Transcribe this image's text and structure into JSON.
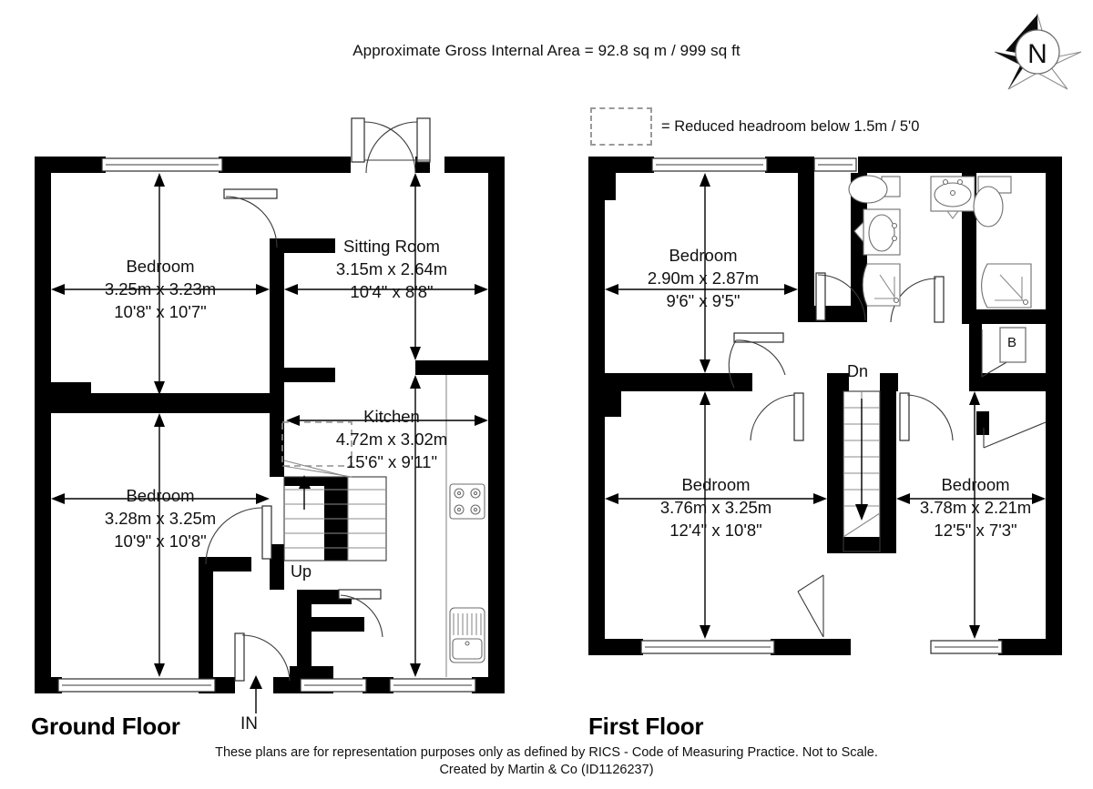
{
  "header": {
    "area_text": "Approximate Gross Internal Area = 92.8 sq m / 999 sq ft"
  },
  "legend": {
    "swatch_name": "reduced-headroom-swatch",
    "text": "= Reduced headroom below 1.5m / 5'0"
  },
  "compass": {
    "label": "N"
  },
  "floors": [
    {
      "id": "ground",
      "title": "Ground Floor",
      "rooms": [
        {
          "name": "Bedroom",
          "metric": "3.25m x 3.23m",
          "imperial": "10'8\" x 10'7\""
        },
        {
          "name": "Sitting Room",
          "metric": "3.15m x 2.64m",
          "imperial": "10'4\" x 8'8\""
        },
        {
          "name": "Kitchen",
          "metric": "4.72m x 3.02m",
          "imperial": "15'6\" x 9'11\""
        },
        {
          "name": "Bedroom",
          "metric": "3.28m x 3.25m",
          "imperial": "10'9\" x 10'8\""
        }
      ],
      "markers": [
        {
          "key": "stair_up",
          "label": "Up"
        },
        {
          "key": "entrance",
          "label": "IN"
        }
      ]
    },
    {
      "id": "first",
      "title": "First Floor",
      "rooms": [
        {
          "name": "Bedroom",
          "metric": "2.90m x 2.87m",
          "imperial": "9'6\" x 9'5\""
        },
        {
          "name": "Bedroom",
          "metric": "3.76m x 3.25m",
          "imperial": "12'4\" x 10'8\""
        },
        {
          "name": "Bedroom",
          "metric": "3.78m x 2.21m",
          "imperial": "12'5\" x 7'3\""
        }
      ],
      "markers": [
        {
          "key": "stair_dn",
          "label": "Dn"
        },
        {
          "key": "cupboard",
          "label": "B"
        }
      ]
    }
  ],
  "footer": {
    "line1": "These plans are for representation purposes only as defined by RICS - Code of Measuring Practice. Not to Scale.",
    "line2": "Created by Martin & Co (ID1126237)"
  },
  "colors": {
    "wall": "#000000",
    "background": "#ffffff",
    "fixture_stroke": "#6d6d6d",
    "legend_dash": "#9a9a9a"
  }
}
